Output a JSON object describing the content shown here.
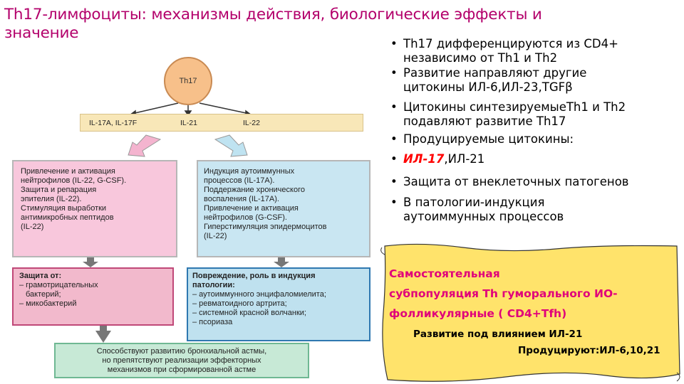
{
  "title": {
    "line1": "Th17-лимфоциты: механизмы действия, биологические эффекты и",
    "line2": "значение"
  },
  "diagram": {
    "center_cell": "Th17",
    "cytokines": [
      "IL-17A, IL-17F",
      "IL-21",
      "IL-22"
    ],
    "left_box": [
      "Привлечение и активация",
      "нейтрофилов (IL-22, G-CSF).",
      "Защита и репарация",
      "эпителия (IL-22).",
      "Стимуляция выработки",
      "антимикробных пептидов",
      "(IL-22)"
    ],
    "right_box": [
      "Индукция аутоиммунных",
      "процессов (IL-17A).",
      "Поддержание хронического",
      "воспаления (IL-17A).",
      "Привлечение и активация",
      "нейтрофилов (G-CSF).",
      "Гиперстимуляция эпидермоцитов",
      "(IL-22)"
    ],
    "protect_box": {
      "heading": "Защита от:",
      "items": [
        "– грамотрицательных",
        "бактерий;",
        "– микобактерий"
      ]
    },
    "damage_box": {
      "heading1": "Повреждение, роль в индукция",
      "heading2": "патологии:",
      "items": [
        "– аутоиммунного энцифаломиелита;",
        "– ревматоидного артрита;",
        "– системной красной волчанки;",
        "– псориаза"
      ]
    },
    "asthma_box": [
      "Способствуют развитию бронхиальной астмы,",
      "но препятствуют реализации эффекторных",
      "механизмов при сформированной астме"
    ]
  },
  "bullets": {
    "b1_l1": "Th17 дифференцируются из CD4+",
    "b1_l2": "независимо от Th1 и Th2",
    "b2_l1": "Развитие направляют другие",
    "b2_l2": "цитокины ИЛ-6,ИЛ-23,TGFβ",
    "b3_l1": "Цитокины синтезируемыеTh1 и Th2",
    "b3_l2": "подавляют развитие Th17",
    "b4": "Продуцируемые цитокины:",
    "b5_red": "ИЛ-17",
    "b5_rest": ",ИЛ-21",
    "b6": "Защита от внеклеточных патогенов",
    "b7_l1": "В патологии-индукция",
    "b7_l2": "аутоиммунных процессов"
  },
  "scroll_note": {
    "line1": "Самостоятельная",
    "line2": "субпопуляция Th гуморального ИО-",
    "line3": "фолликулярные  ( CD4+Tfh)",
    "line4": "Развитие под влиянием ИЛ-21",
    "line5": "Продуцируют:ИЛ-6,10,21"
  },
  "colors": {
    "title": "#b3006b",
    "scroll_fill": "#ffe36b",
    "scroll_text": "#e0007a",
    "pink_box": "#f8c7dc",
    "blue_box": "#c9e6f2"
  }
}
